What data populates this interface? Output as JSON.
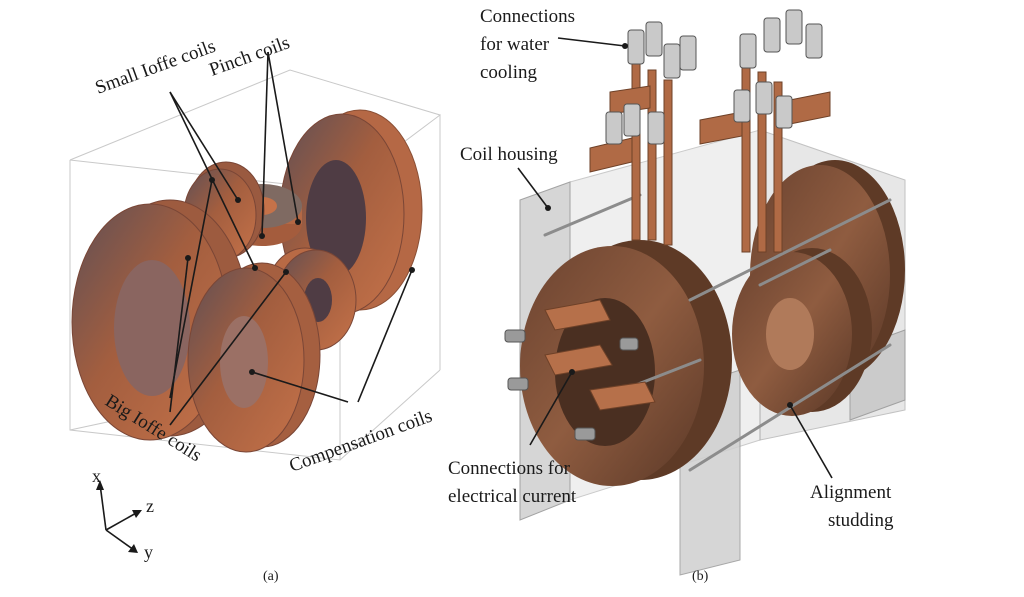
{
  "panel_a": {
    "caption": "(a)",
    "labels": {
      "small_ioffe": "Small Ioffe coils",
      "pinch": "Pinch coils",
      "big_ioffe": "Big Ioffe coils",
      "compensation": "Compensation coils"
    },
    "axes": {
      "x": "x",
      "y": "y",
      "z": "z"
    },
    "colors": {
      "copper": "#b86a45",
      "copper_dark": "#7a4636",
      "shade": "#5f4f55"
    }
  },
  "panel_b": {
    "caption": "(b)",
    "labels": {
      "water_cooling": [
        "Connections",
        "for water",
        "cooling"
      ],
      "coil_housing": "Coil housing",
      "electrical": [
        "Connections for",
        "electrical current"
      ],
      "alignment": [
        "Alignment",
        "studding"
      ]
    },
    "colors": {
      "bronze": "#8a5a3e",
      "bronze_dark": "#5e3a26",
      "housing": "#bdbdbd"
    }
  }
}
